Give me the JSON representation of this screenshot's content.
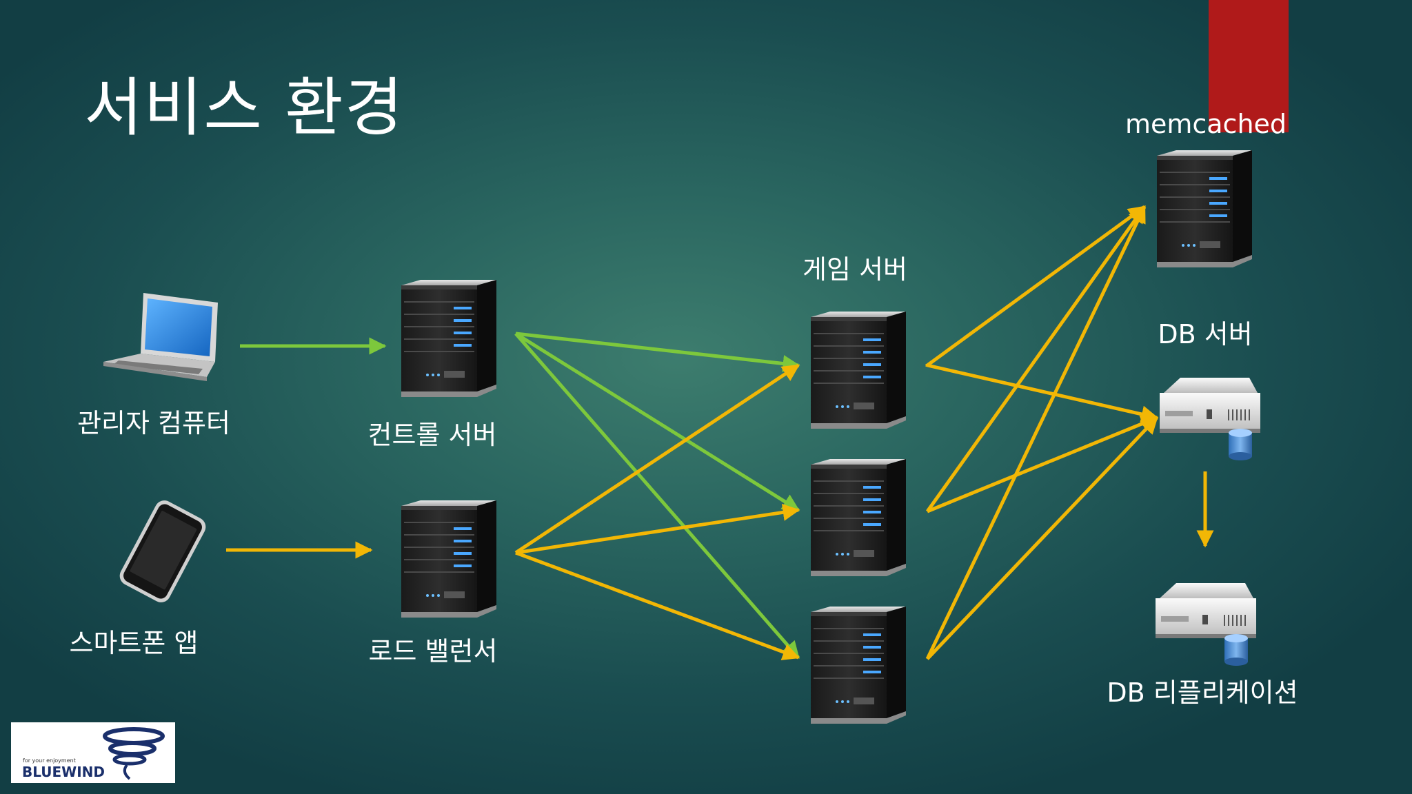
{
  "title": "서비스 환경",
  "labels": {
    "admin_pc": "관리자 컴퓨터",
    "smartphone_app": "스마트폰 앱",
    "control_server": "컨트롤 서버",
    "load_balancer": "로드 밸런서",
    "game_server": "게임 서버",
    "memcached": "memcached",
    "db_server": "DB 서버",
    "db_replication": "DB 리플리케이션"
  },
  "logo": {
    "tagline": "for your enjoyment",
    "brand": "BLUEWIND"
  },
  "colors": {
    "accent": "#b01a1a",
    "green_arrow": "#7dc83c",
    "yellow_arrow": "#f2b705"
  },
  "icons": {
    "laptop": "laptop-icon",
    "smartphone": "smartphone-icon",
    "server": "server-tower-icon",
    "db": "database-server-icon"
  }
}
